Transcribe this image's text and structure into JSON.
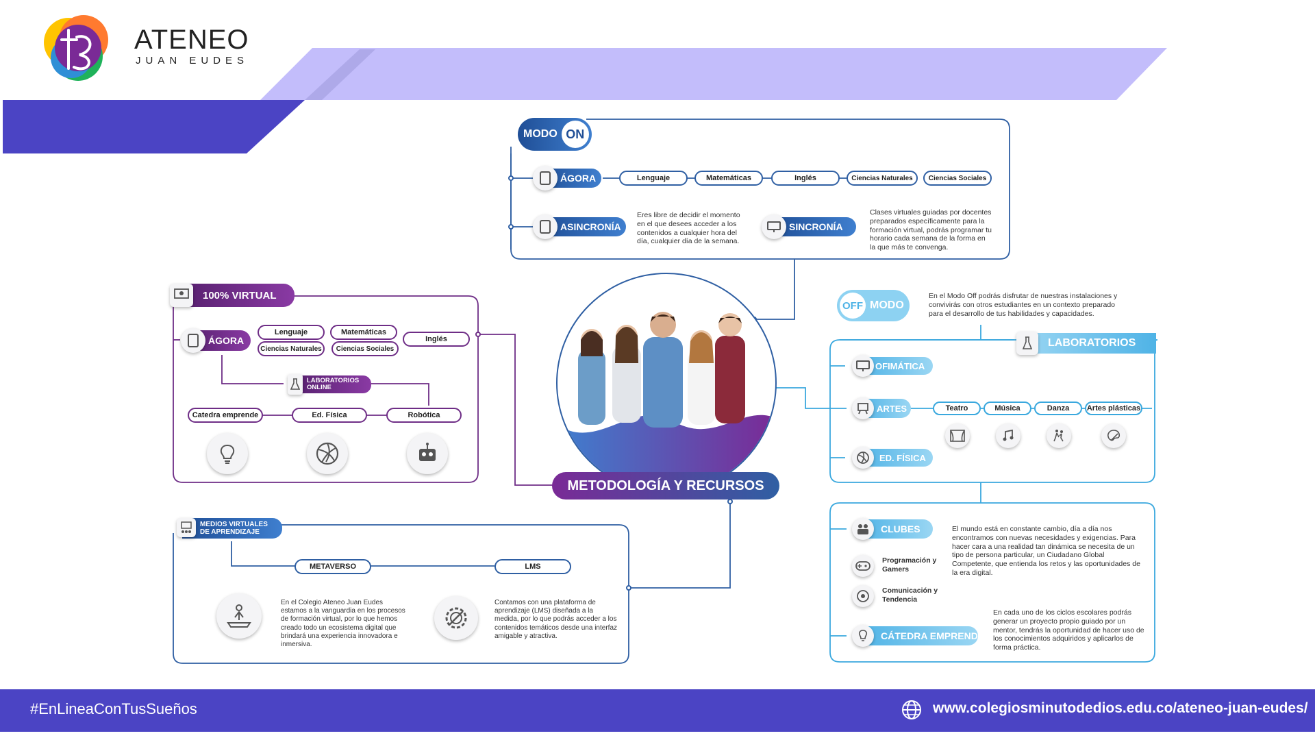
{
  "brand": {
    "name": "ATENEO",
    "sub": "JUAN EUDES"
  },
  "center": {
    "title": "METODOLOGÍA Y RECURSOS"
  },
  "modo_on": {
    "word": "MODO",
    "badge": "ON",
    "agora": {
      "label": "ÁGORA",
      "subjects": [
        "Lenguaje",
        "Matemáticas",
        "Inglés",
        "Ciencias Naturales",
        "Ciencias Sociales"
      ]
    },
    "asincronia": {
      "label": "ASINCRONÍA",
      "text": "Eres libre de decidir el momento en el que desees acceder a los contenidos a cualquier hora del día, cualquier día de la semana."
    },
    "sincronia": {
      "label": "SINCRONÍA",
      "text": "Clases virtuales guiadas por docentes preparados específicamente para la formación virtual, podrás programar tu horario cada semana de la forma en la que más te convenga."
    }
  },
  "virtual": {
    "label": "100% VIRTUAL",
    "agora": {
      "label": "ÁGORA",
      "subjects": [
        "Lenguaje",
        "Matemáticas",
        "Ciencias Naturales",
        "Ciencias Sociales",
        "Inglés"
      ]
    },
    "labs": "LABORATORIOS ONLINE",
    "items": [
      "Catedra emprende",
      "Ed. Física",
      "Robótica"
    ]
  },
  "medios": {
    "label": "MEDIOS VIRTUALES DE APRENDIZAJE",
    "metaverso": "METAVERSO",
    "lms": "LMS",
    "text1": "En el Colegio Ateneo Juan Eudes estamos a la vanguardia en los procesos de formación virtual, por lo que hemos creado todo un ecosistema digital que brindará una experiencia innovadora e inmersiva.",
    "text2": "Contamos con una plataforma de aprendizaje (LMS) diseñada a la medida, por lo que podrás acceder a los contenidos temáticos desde una interfaz amigable y atractiva."
  },
  "modo_off": {
    "badge": "OFF",
    "word": "MODO",
    "text": "En  el Modo Off podrás disfrutar de nuestras instalaciones y convivirás con otros estudiantes en un contexto preparado para el desarrollo de tus habilidades y capacidades.",
    "labs": "LABORATORIOS",
    "ofimatica": "OFIMÁTICA",
    "artes": "ARTES",
    "arts": [
      "Teatro",
      "Música",
      "Danza",
      "Artes plásticas"
    ],
    "edfisica": "ED. FÍSICA"
  },
  "clubes": {
    "label": "CLUBES",
    "text": "El mundo está en constante cambio, día a día nos encontramos con nuevas necesidades y exigencias. Para hacer cara a una realidad tan dinámica se necesita de un tipo de persona particular, un Ciudadano Global Competente, que entienda los retos y las oportunidades de la era digital.",
    "prog": "Programación y Gamers",
    "com": "Comunicación y Tendencia",
    "catedra": "CÁTEDRA EMPRENDE",
    "catedra_text": "En cada uno de los ciclos escolares podrás generar un proyecto propio guiado por un mentor, tendrás la  oportunidad de hacer uso de los conocimientos adquiridos y aplicarlos de forma práctica."
  },
  "footer": {
    "hashtag": "#EnLineaConTusSueños",
    "url": "www.colegiosminutodedios.edu.co/ateneo-juan-eudes/"
  },
  "colors": {
    "navy": "#2f5fa3",
    "purple": "#6e2d86",
    "cyan": "#3aa8de",
    "band": "#4b44c4",
    "lavender": "#c3bdfb"
  }
}
